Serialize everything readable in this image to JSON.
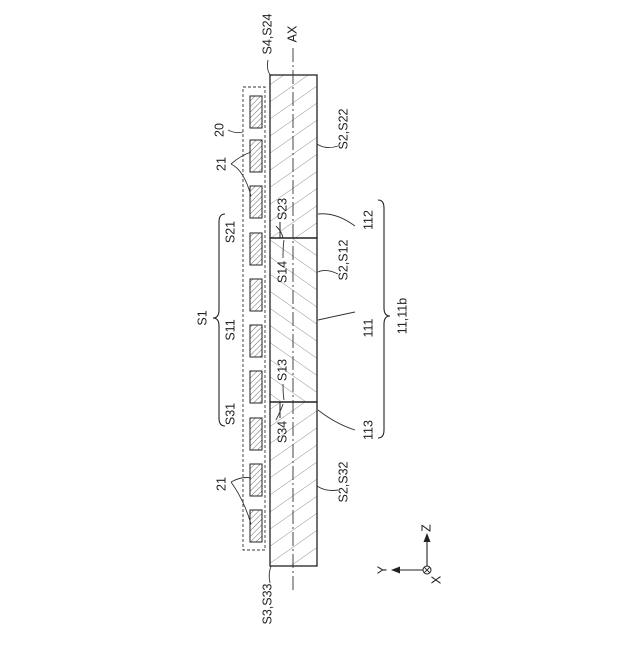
{
  "labels": {
    "s4_s24": "S4,S24",
    "ax": "AX",
    "n20": "20",
    "n21_top": "21",
    "s2_s22": "S2,S22",
    "s23": "S23",
    "s21": "S21",
    "n112": "112",
    "s14": "S14",
    "s2_s12": "S2,S12",
    "s1": "S1",
    "s11": "S11",
    "n111": "111",
    "n11_11b": "11,11b",
    "s13": "S13",
    "s31": "S31",
    "s34": "S34",
    "n113": "113",
    "n21_bottom": "21",
    "s2_s32": "S2,S32",
    "s3_s33": "S3,S33",
    "axis_z": "Z",
    "axis_y": "Y",
    "axis_x": "X"
  }
}
